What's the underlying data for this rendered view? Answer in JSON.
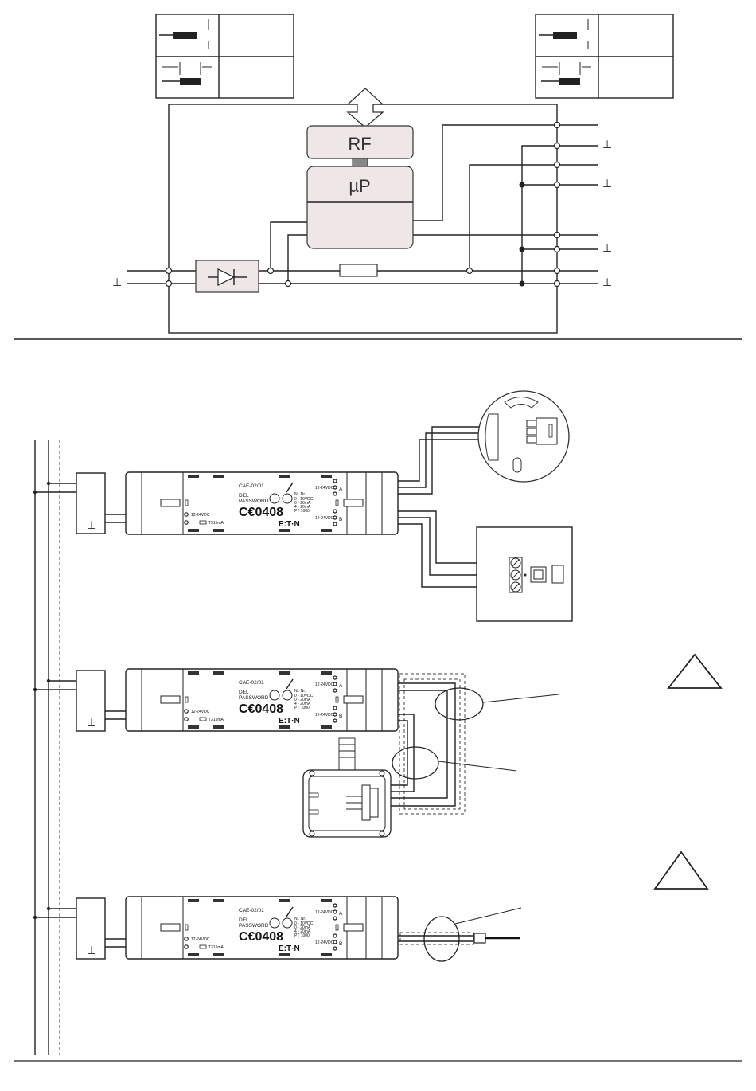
{
  "labels": {
    "rf": "RF",
    "up": "µP",
    "model": "CAE-02/01",
    "del": "DEL",
    "password": "PASSWORD",
    "ce": "C€0408",
    "brand": "E:T·N",
    "supply": "12-24VDC",
    "fuse": "T315mA",
    "port_a": "A",
    "port_b": "B",
    "range_header": "Nr.  Nr.",
    "range_rows": [
      "0 - 10VDC",
      "0 - 20mA",
      "4 - 20mA",
      "PT 1000"
    ],
    "io_label": "12-24VDC",
    "ground": "⊥"
  }
}
